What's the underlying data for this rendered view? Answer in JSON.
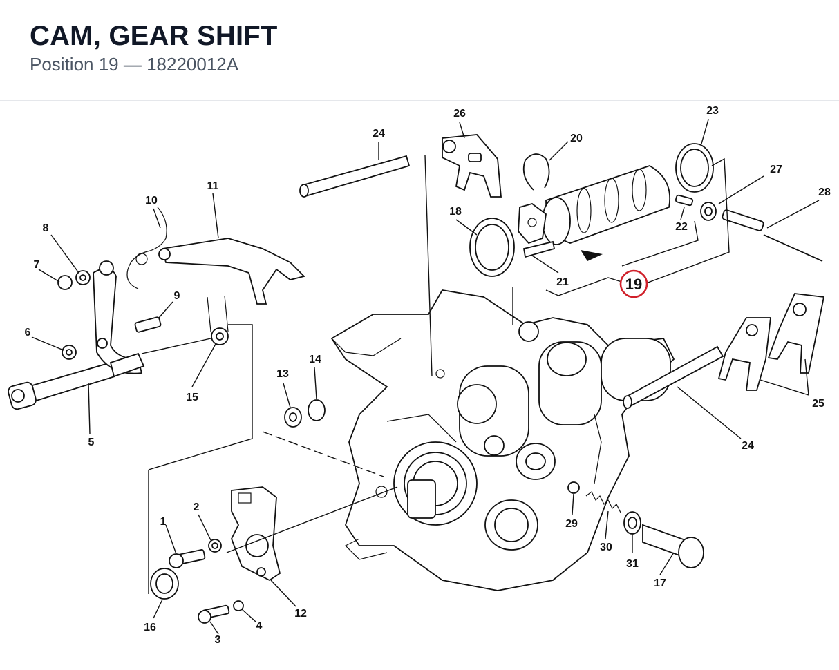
{
  "header": {
    "title": "CAM, GEAR SHIFT",
    "subtitle": "Position 19 — 18220012A"
  },
  "highlight": {
    "label": "19",
    "color": "#d0202a"
  },
  "callouts": {
    "c1": "1",
    "c2": "2",
    "c3": "3",
    "c4": "4",
    "c5": "5",
    "c6": "6",
    "c7": "7",
    "c8": "8",
    "c9": "9",
    "c10": "10",
    "c11": "11",
    "c12": "12",
    "c13": "13",
    "c14": "14",
    "c15": "15",
    "c16": "16",
    "c17": "17",
    "c18": "18",
    "c20": "20",
    "c21": "21",
    "c22": "22",
    "c23": "23",
    "c24a": "24",
    "c24b": "24",
    "c25": "25",
    "c26": "26",
    "c27": "27",
    "c28": "28",
    "c29": "29",
    "c30": "30",
    "c31": "31"
  }
}
